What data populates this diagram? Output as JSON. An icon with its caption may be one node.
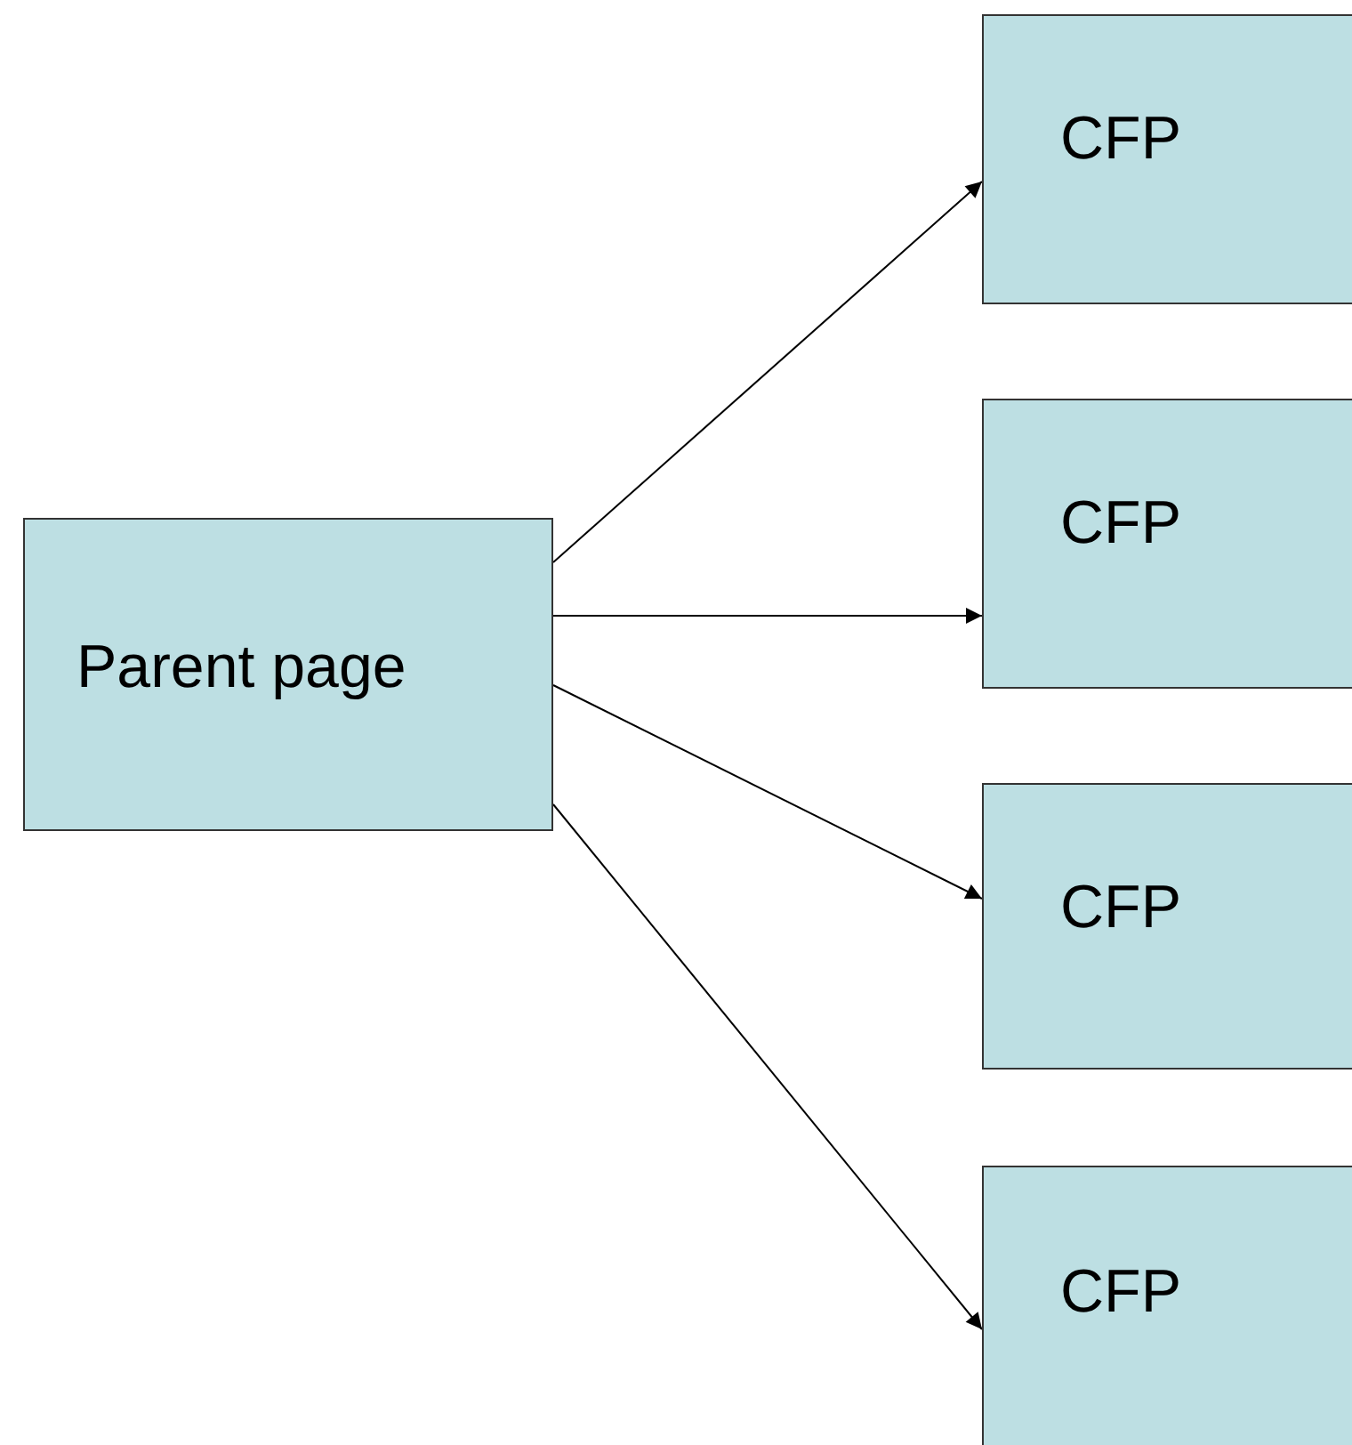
{
  "diagram": {
    "nodes": [
      {
        "text": [
          "Parent page"
        ]
      },
      {
        "text": [
          "CFP"
        ]
      },
      {
        "text": [
          "CFP"
        ]
      },
      {
        "text": [
          "CFP"
        ]
      },
      {
        "text": [
          "CFP"
        ]
      }
    ],
    "edges": [
      {
        "from": 0,
        "to": 1,
        "arrow": "to"
      },
      {
        "from": 0,
        "to": 2,
        "arrow": "to"
      },
      {
        "from": 0,
        "to": 3,
        "arrow": "to"
      },
      {
        "from": 0,
        "to": 4,
        "arrow": "to"
      }
    ]
  }
}
